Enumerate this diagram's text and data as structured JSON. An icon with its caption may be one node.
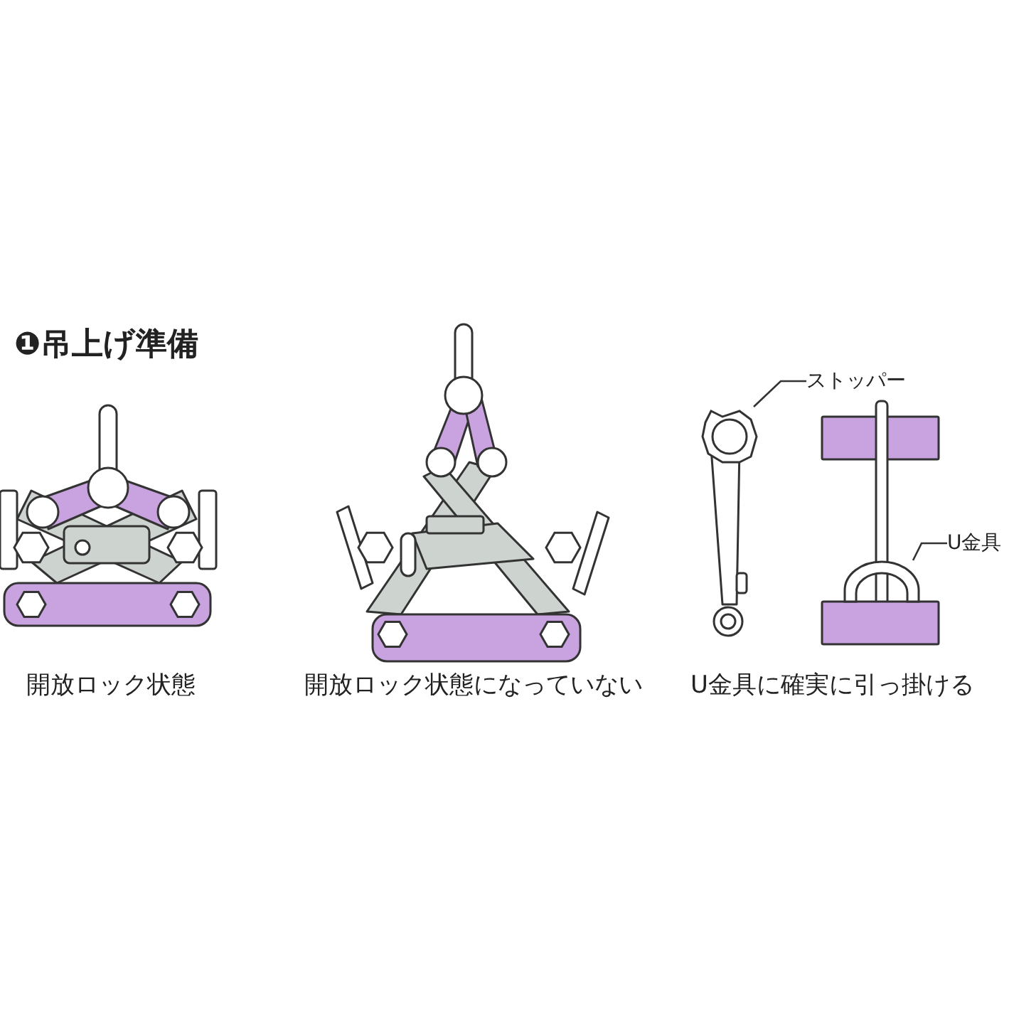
{
  "diagram": {
    "title": "❶吊上げ準備",
    "nodes": [
      {
        "text": [
          "ストッパー"
        ]
      },
      {
        "text": [],
        "shape": "picture"
      },
      {
        "text": [
          "U金具"
        ]
      },
      {
        "text": [],
        "shape": "picture"
      }
    ],
    "edges": [
      {
        "from": 0,
        "to": 1,
        "arrow": "none"
      },
      {
        "from": 2,
        "to": 3,
        "arrow": "none"
      }
    ],
    "labels": [
      "開放ロック状態",
      "開放ロック状態になっていない",
      "U金具に確実に引っ掛ける"
    ]
  }
}
